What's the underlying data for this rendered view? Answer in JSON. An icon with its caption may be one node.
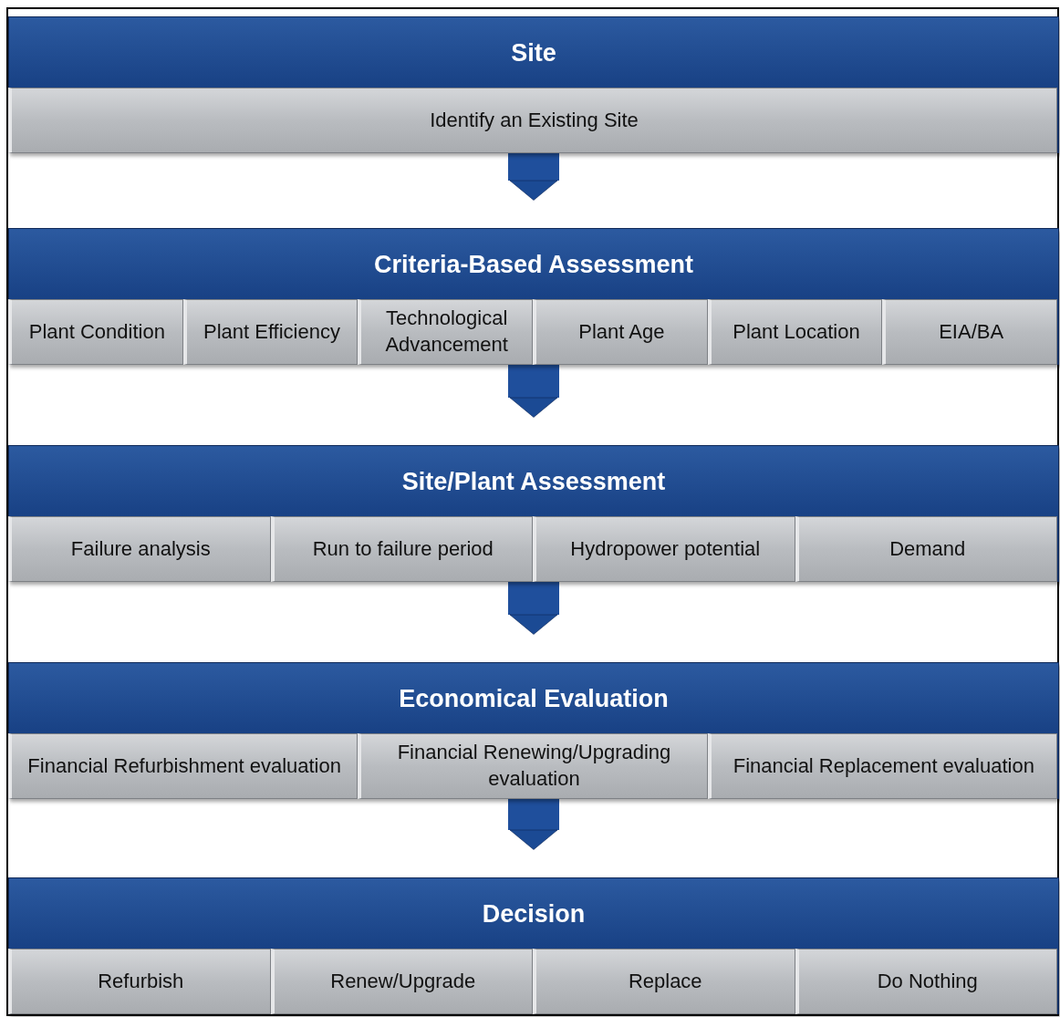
{
  "diagram": {
    "nodes": [
      {
        "text": [
          "Site"
        ]
      },
      {
        "text": [
          "Identify an Existing Site"
        ],
        "in": 0
      },
      {
        "text": [
          "Criteria-Based Assessment"
        ]
      },
      {
        "text": [
          "Plant Condition"
        ],
        "in": 2
      },
      {
        "text": [
          "Plant Efficiency"
        ],
        "in": 2
      },
      {
        "text": [
          "Technological Advancement"
        ],
        "in": 2
      },
      {
        "text": [
          "Plant Age"
        ],
        "in": 2
      },
      {
        "text": [
          "Plant Location"
        ],
        "in": 2
      },
      {
        "text": [
          "EIA/BA"
        ],
        "in": 2
      },
      {
        "text": [
          "Site/Plant Assessment"
        ]
      },
      {
        "text": [
          "Failure analysis"
        ],
        "in": 9
      },
      {
        "text": [
          "Run to failure period"
        ],
        "in": 9
      },
      {
        "text": [
          "Hydropower potential"
        ],
        "in": 9
      },
      {
        "text": [
          "Demand"
        ],
        "in": 9
      },
      {
        "text": [
          "Economical Evaluation"
        ]
      },
      {
        "text": [
          "Financial Refurbishment evaluation"
        ],
        "in": 14
      },
      {
        "text": [
          "Financial Renewing/Upgrading evaluation"
        ],
        "in": 14
      },
      {
        "text": [
          "Financial Replacement evaluation"
        ],
        "in": 14
      },
      {
        "text": [
          "Decision"
        ]
      },
      {
        "text": [
          "Refurbish"
        ],
        "in": 18
      },
      {
        "text": [
          "Renew/Upgrade"
        ],
        "in": 18
      },
      {
        "text": [
          "Replace"
        ],
        "in": 18
      },
      {
        "text": [
          "Do Nothing"
        ],
        "in": 18
      }
    ],
    "edges": [
      {
        "from": 0,
        "to": 2,
        "arrow": "to"
      },
      {
        "from": 2,
        "to": 9,
        "arrow": "to"
      },
      {
        "from": 9,
        "to": 14,
        "arrow": "to"
      },
      {
        "from": 14,
        "to": 18,
        "arrow": "to"
      }
    ]
  }
}
